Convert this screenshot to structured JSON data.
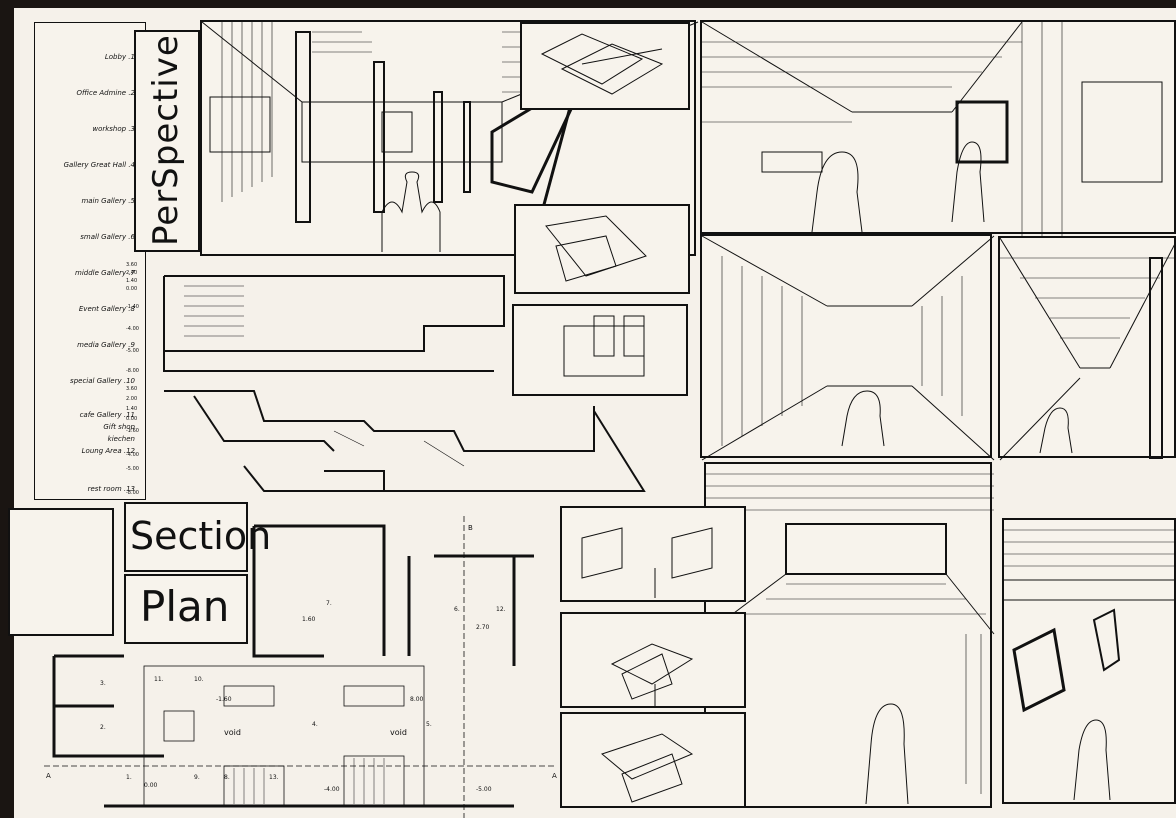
{
  "legend": {
    "items": [
      "Lobby .1",
      "Office Admine .2",
      "workshop .3",
      "Gallery Great Hall .4",
      "main Gallery .5",
      "small Gallery .6",
      "middle Gallery .7",
      "Event Gallery .8",
      "media Gallery .9",
      "special Gallery .10",
      "cafe Gallery .11",
      "Gift shop",
      "kiechen",
      "Loung Area .12",
      "rest room .13"
    ]
  },
  "titles": {
    "perspective": "PerSpective",
    "section": "Section",
    "plan": "Plan"
  },
  "section_levels": [
    "3.60",
    "2.40",
    "1.40",
    "0.00",
    "-1.40",
    "-4.00",
    "-5.00",
    "-8.00",
    "3.60",
    "2.00",
    "1.40",
    "0.00",
    "-1.60",
    "-4.00",
    "-5.00",
    "-8.00"
  ],
  "plan_labels": {
    "rooms": [
      "1.",
      "2.",
      "3.",
      "4.",
      "5.",
      "6.",
      "7.",
      "8.",
      "9.",
      "10.",
      "11.",
      "12.",
      "13."
    ],
    "voids": [
      "void",
      "void"
    ],
    "levels": [
      "1.60",
      "2.70",
      "-1.60",
      "8.00",
      "0.00",
      "-4.00",
      "-5.00"
    ],
    "section_marks": [
      "A",
      "A",
      "B"
    ]
  }
}
